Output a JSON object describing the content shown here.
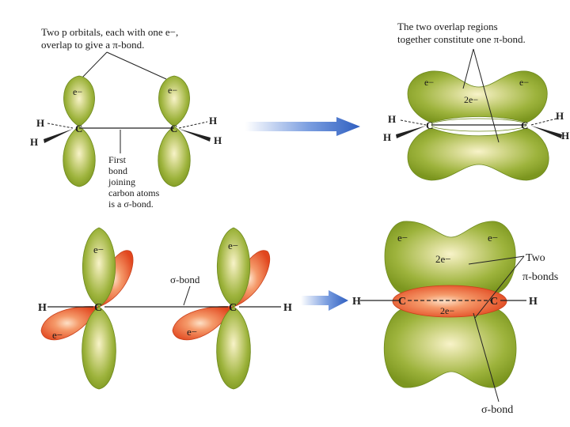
{
  "top_left": {
    "caption_line1": "Two p orbitals, each with one e−,",
    "caption_line2": "overlap to give a π-bond.",
    "e_left": "e−",
    "e_right": "e−",
    "carbon": "C",
    "hydrogen": "H",
    "sigma_note": [
      "First",
      "bond",
      "joining",
      "carbon atoms",
      "is a σ-bond."
    ]
  },
  "top_right": {
    "caption_line1": "The two overlap regions",
    "caption_line2": "together constitute one π-bond.",
    "e_left": "e−",
    "e_right": "e−",
    "pair": "2e−",
    "carbon": "C",
    "hydrogen": "H"
  },
  "bottom_left": {
    "electron": "e−",
    "carbon": "C",
    "hydrogen": "H",
    "sigma_label": "σ-bond"
  },
  "bottom_right": {
    "electron": "e−",
    "pair": "2e−",
    "carbon": "C",
    "hydrogen": "H",
    "pi_label_line1": "Two",
    "pi_label_line2": "π-bonds",
    "sigma_label": "σ-bond"
  },
  "colors": {
    "green": "#9bb03a",
    "green_dark": "#6e8a1e",
    "highlight": "#f4eeb8",
    "orange": "#e8552a",
    "orange_light": "#f7b08a",
    "arrow": "#3b68c4"
  }
}
